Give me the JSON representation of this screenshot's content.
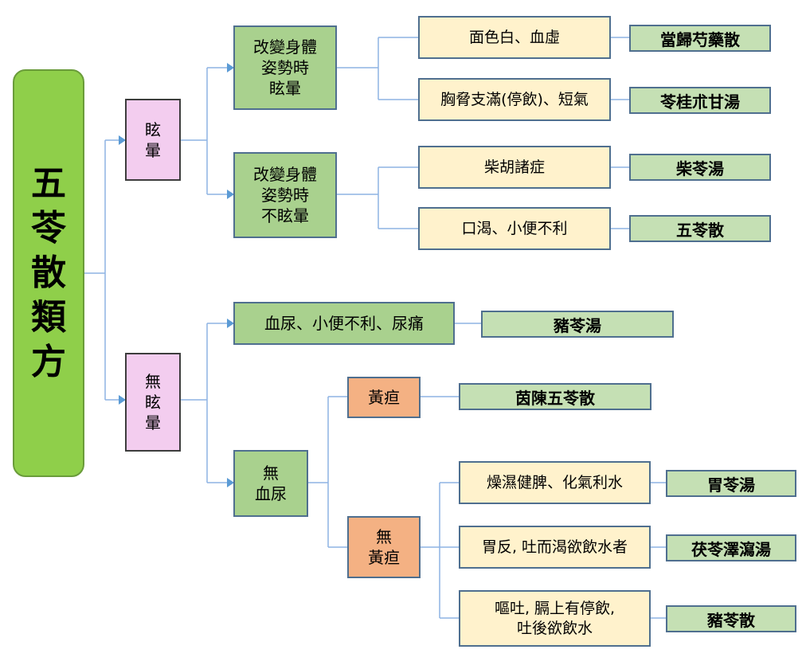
{
  "root": {
    "title": "五\n苓\n散\n類\n方"
  },
  "branch_vertigo": {
    "label": "眩\n暈",
    "change_posture_dizzy": {
      "label": "改變身體\n姿勢時\n眩暈",
      "items": [
        {
          "symptom": "面色白、血虛",
          "formula": "當歸芍藥散"
        },
        {
          "symptom": "胸脅支滿(停飲)、短氣",
          "formula": "苓桂朮甘湯"
        }
      ]
    },
    "change_posture_not_dizzy": {
      "label": "改變身體\n姿勢時\n不眩暈",
      "items": [
        {
          "symptom": "柴胡諸症",
          "formula": "柴苓湯"
        },
        {
          "symptom": "口渴、小便不利",
          "formula": "五苓散"
        }
      ]
    }
  },
  "branch_no_vertigo": {
    "label": "無\n眩\n暈",
    "hematuria": {
      "label": "血尿、小便不利、尿痛",
      "formula": "豬苓湯"
    },
    "no_hematuria": {
      "label": "無\n血尿",
      "jaundice": {
        "label": "黃疸",
        "formula": "茵陳五苓散"
      },
      "no_jaundice": {
        "label": "無\n黃疸",
        "items": [
          {
            "symptom": "燥濕健脾、化氣利水",
            "formula": "胃苓湯"
          },
          {
            "symptom": "胃反, 吐而渴欲飲水者",
            "formula": "茯苓澤瀉湯"
          },
          {
            "symptom": "嘔吐, 膈上有停飲,\n吐後欲飲水",
            "formula": "豬苓散"
          }
        ]
      }
    }
  }
}
